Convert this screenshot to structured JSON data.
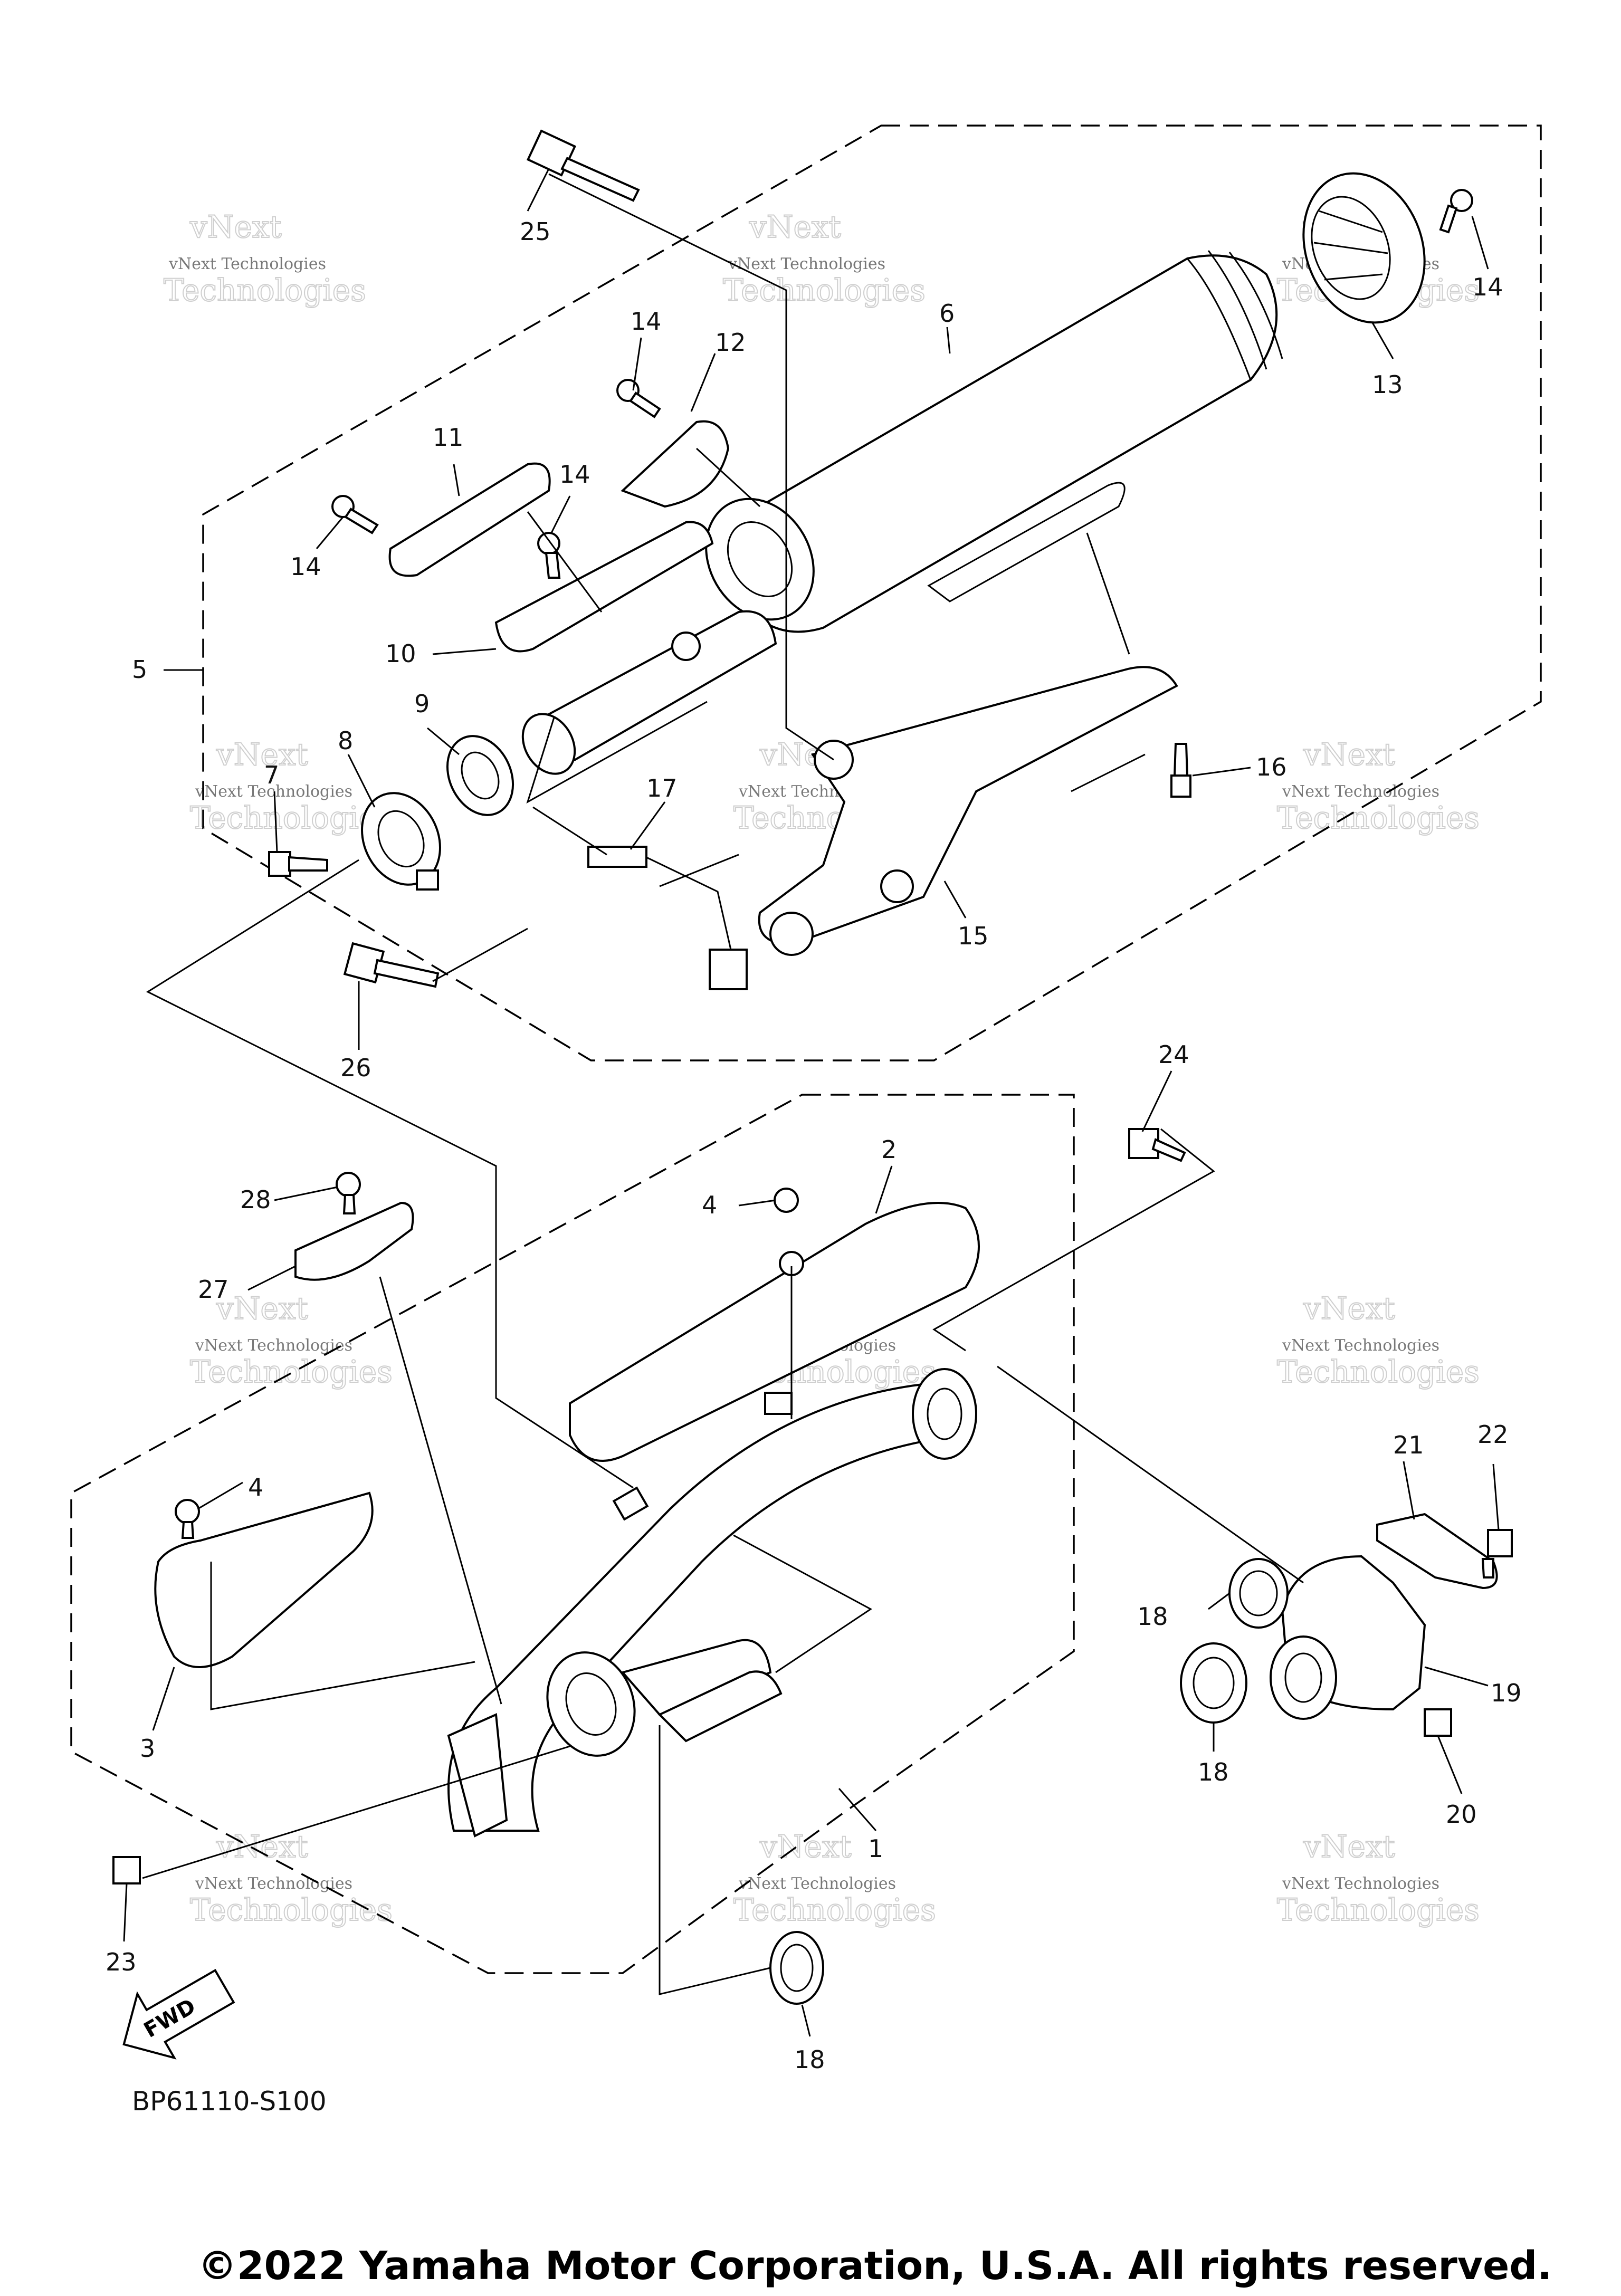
{
  "labels": [
    "1",
    "2",
    "3",
    "4",
    "5",
    "6",
    "7",
    "8",
    "9",
    "10",
    "11",
    "12",
    "13",
    "14",
    "15",
    "16",
    "17",
    "18",
    "19",
    "20",
    "21",
    "22",
    "23",
    "24",
    "25",
    "26",
    "27",
    "28"
  ],
  "diagram_code": "BP61110-S100",
  "fwd_label": "FWD",
  "watermark": {
    "line1": "vNext",
    "line2": "vNext Technologies",
    "line3": "Technologies"
  },
  "copyright": "©2022 Yamaha Motor Corporation, U.S.A. All rights reserved."
}
